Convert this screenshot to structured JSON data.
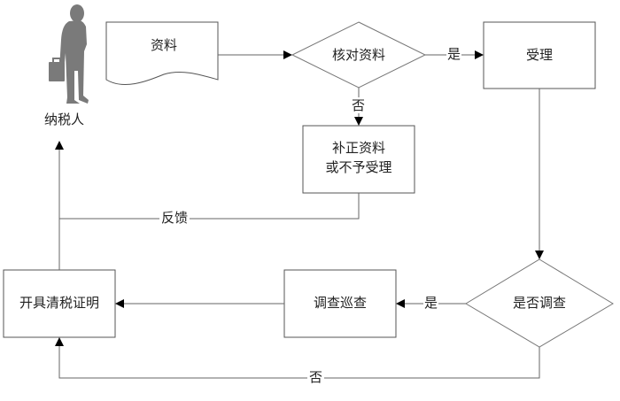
{
  "title": "纳税人清税流程",
  "nodes": {
    "taxpayer": "纳税人",
    "materials": "资料",
    "verify": "核对资料",
    "accept": "受理",
    "correct_line1": "补正资料",
    "correct_line2": "或不予受理",
    "investigate_q": "是否调查",
    "inspect": "调查巡查",
    "certificate": "开具清税证明"
  },
  "edges": {
    "verify_yes": "是",
    "verify_no": "否",
    "feedback": "反馈",
    "investigate_yes": "是",
    "investigate_no": "否"
  }
}
